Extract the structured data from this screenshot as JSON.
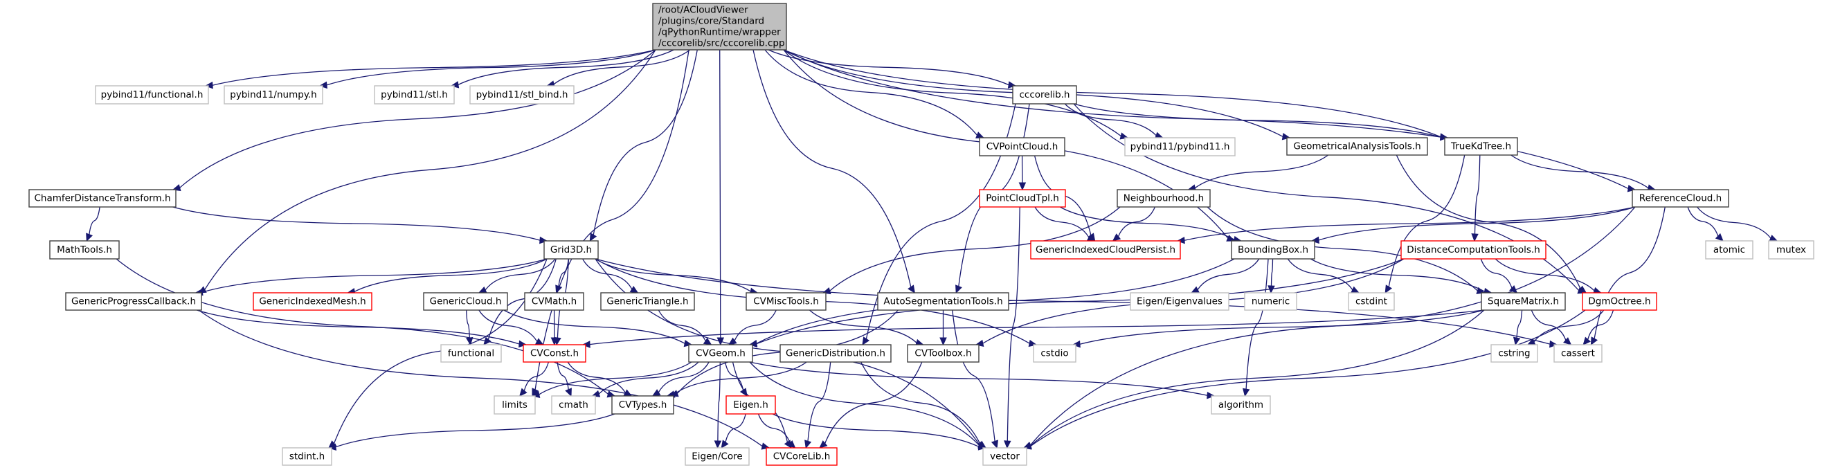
{
  "graph": {
    "title": "cccorelib.cpp include dependency graph",
    "colors": {
      "edge": "#191970",
      "root_fill": "#bfbfbf",
      "root_border": "#404040",
      "documented_border": "#404040",
      "incomplete_border": "#ff0000",
      "external_border": "#bfbfbf"
    },
    "nodes": [
      {
        "id": "root",
        "label": "/root/ACloudViewer\n/plugins/core/Standard\n/qPythonRuntime/wrapper\n/cccorelib/src/cccorelib.cpp",
        "kind": "root"
      },
      {
        "id": "pb_functional",
        "label": "pybind11/functional.h",
        "kind": "external"
      },
      {
        "id": "pb_numpy",
        "label": "pybind11/numpy.h",
        "kind": "external"
      },
      {
        "id": "pb_stl",
        "label": "pybind11/stl.h",
        "kind": "external"
      },
      {
        "id": "pb_stl_bind",
        "label": "pybind11/stl_bind.h",
        "kind": "external"
      },
      {
        "id": "cccorelib_h",
        "label": "cccorelib.h",
        "kind": "documented"
      },
      {
        "id": "pb_pybind11",
        "label": "pybind11/pybind11.h",
        "kind": "external"
      },
      {
        "id": "CVPointCloud",
        "label": "CVPointCloud.h",
        "kind": "documented"
      },
      {
        "id": "GeomAnalysis",
        "label": "GeometricalAnalysisTools.h",
        "kind": "documented"
      },
      {
        "id": "TrueKdTree",
        "label": "TrueKdTree.h",
        "kind": "documented"
      },
      {
        "id": "Chamfer",
        "label": "ChamferDistanceTransform.h",
        "kind": "documented"
      },
      {
        "id": "PointCloudTpl",
        "label": "PointCloudTpl.h",
        "kind": "incomplete"
      },
      {
        "id": "Neighbourhood",
        "label": "Neighbourhood.h",
        "kind": "documented"
      },
      {
        "id": "ReferenceCloud",
        "label": "ReferenceCloud.h",
        "kind": "documented"
      },
      {
        "id": "MathTools",
        "label": "MathTools.h",
        "kind": "documented"
      },
      {
        "id": "Grid3D",
        "label": "Grid3D.h",
        "kind": "documented"
      },
      {
        "id": "GICPersist",
        "label": "GenericIndexedCloudPersist.h",
        "kind": "incomplete"
      },
      {
        "id": "BoundingBox",
        "label": "BoundingBox.h",
        "kind": "documented"
      },
      {
        "id": "DistComp",
        "label": "DistanceComputationTools.h",
        "kind": "incomplete"
      },
      {
        "id": "atomic",
        "label": "atomic",
        "kind": "external"
      },
      {
        "id": "mutex",
        "label": "mutex",
        "kind": "external"
      },
      {
        "id": "GPCallback",
        "label": "GenericProgressCallback.h",
        "kind": "documented"
      },
      {
        "id": "GIMesh",
        "label": "GenericIndexedMesh.h",
        "kind": "incomplete"
      },
      {
        "id": "GenericCloud",
        "label": "GenericCloud.h",
        "kind": "documented"
      },
      {
        "id": "CVMath",
        "label": "CVMath.h",
        "kind": "documented"
      },
      {
        "id": "GenericTriangle",
        "label": "GenericTriangle.h",
        "kind": "documented"
      },
      {
        "id": "CVMiscTools",
        "label": "CVMiscTools.h",
        "kind": "documented"
      },
      {
        "id": "AutoSeg",
        "label": "AutoSegmentationTools.h",
        "kind": "documented"
      },
      {
        "id": "EigenValues",
        "label": "Eigen/Eigenvalues",
        "kind": "external"
      },
      {
        "id": "numeric",
        "label": "numeric",
        "kind": "external"
      },
      {
        "id": "cstdint",
        "label": "cstdint",
        "kind": "external"
      },
      {
        "id": "SquareMatrix",
        "label": "SquareMatrix.h",
        "kind": "documented"
      },
      {
        "id": "DgmOctree",
        "label": "DgmOctree.h",
        "kind": "incomplete"
      },
      {
        "id": "functional",
        "label": "functional",
        "kind": "external"
      },
      {
        "id": "CVConst",
        "label": "CVConst.h",
        "kind": "incomplete"
      },
      {
        "id": "CVGeom",
        "label": "CVGeom.h",
        "kind": "documented"
      },
      {
        "id": "GenericDist",
        "label": "GenericDistribution.h",
        "kind": "documented"
      },
      {
        "id": "CVToolbox",
        "label": "CVToolbox.h",
        "kind": "documented"
      },
      {
        "id": "cstdio",
        "label": "cstdio",
        "kind": "external"
      },
      {
        "id": "cstring",
        "label": "cstring",
        "kind": "external"
      },
      {
        "id": "cassert",
        "label": "cassert",
        "kind": "external"
      },
      {
        "id": "limits",
        "label": "limits",
        "kind": "external"
      },
      {
        "id": "cmath",
        "label": "cmath",
        "kind": "external"
      },
      {
        "id": "CVTypes",
        "label": "CVTypes.h",
        "kind": "documented"
      },
      {
        "id": "EigenH",
        "label": "Eigen.h",
        "kind": "incomplete"
      },
      {
        "id": "algorithm",
        "label": "algorithm",
        "kind": "external"
      },
      {
        "id": "stdint",
        "label": "stdint.h",
        "kind": "external"
      },
      {
        "id": "EigenCore",
        "label": "Eigen/Core",
        "kind": "external"
      },
      {
        "id": "CVCoreLib",
        "label": "CVCoreLib.h",
        "kind": "incomplete"
      },
      {
        "id": "vector",
        "label": "vector",
        "kind": "external"
      }
    ],
    "edges": [
      [
        "root",
        "pb_functional"
      ],
      [
        "root",
        "pb_numpy"
      ],
      [
        "root",
        "pb_stl"
      ],
      [
        "root",
        "pb_stl_bind"
      ],
      [
        "root",
        "cccorelib_h"
      ],
      [
        "root",
        "pb_pybind11"
      ],
      [
        "root",
        "CVPointCloud"
      ],
      [
        "root",
        "GeomAnalysis"
      ],
      [
        "root",
        "TrueKdTree"
      ],
      [
        "root",
        "ReferenceCloud"
      ],
      [
        "root",
        "Chamfer"
      ],
      [
        "root",
        "Grid3D"
      ],
      [
        "root",
        "GPCallback"
      ],
      [
        "root",
        "CVGeom"
      ],
      [
        "root",
        "AutoSeg"
      ],
      [
        "root",
        "BoundingBox"
      ],
      [
        "root",
        "limits"
      ],
      [
        "cccorelib_h",
        "pb_pybind11"
      ],
      [
        "cccorelib_h",
        "TrueKdTree"
      ],
      [
        "cccorelib_h",
        "DgmOctree"
      ],
      [
        "cccorelib_h",
        "AutoSeg"
      ],
      [
        "cccorelib_h",
        "GenericDist"
      ],
      [
        "CVPointCloud",
        "PointCloudTpl"
      ],
      [
        "CVPointCloud",
        "GICPersist"
      ],
      [
        "GeomAnalysis",
        "Neighbourhood"
      ],
      [
        "GeomAnalysis",
        "DgmOctree"
      ],
      [
        "TrueKdTree",
        "ReferenceCloud"
      ],
      [
        "TrueKdTree",
        "DistComp"
      ],
      [
        "TrueKdTree",
        "cstdint"
      ],
      [
        "Chamfer",
        "MathTools"
      ],
      [
        "Chamfer",
        "Grid3D"
      ],
      [
        "PointCloudTpl",
        "GICPersist"
      ],
      [
        "PointCloudTpl",
        "BoundingBox"
      ],
      [
        "PointCloudTpl",
        "vector"
      ],
      [
        "Neighbourhood",
        "GICPersist"
      ],
      [
        "Neighbourhood",
        "SquareMatrix"
      ],
      [
        "Neighbourhood",
        "CVMiscTools"
      ],
      [
        "ReferenceCloud",
        "GICPersist"
      ],
      [
        "ReferenceCloud",
        "BoundingBox"
      ],
      [
        "ReferenceCloud",
        "atomic"
      ],
      [
        "ReferenceCloud",
        "mutex"
      ],
      [
        "ReferenceCloud",
        "cassert"
      ],
      [
        "ReferenceCloud",
        "vector"
      ],
      [
        "MathTools",
        "CVTypes"
      ],
      [
        "Grid3D",
        "GPCallback"
      ],
      [
        "Grid3D",
        "GIMesh"
      ],
      [
        "Grid3D",
        "GenericCloud"
      ],
      [
        "Grid3D",
        "CVMath"
      ],
      [
        "Grid3D",
        "GenericTriangle"
      ],
      [
        "Grid3D",
        "CVMiscTools"
      ],
      [
        "Grid3D",
        "cstdio"
      ],
      [
        "Grid3D",
        "cassert"
      ],
      [
        "Grid3D",
        "stdint"
      ],
      [
        "Grid3D",
        "vector"
      ],
      [
        "Grid3D",
        "functional"
      ],
      [
        "Grid3D",
        "CVConst"
      ],
      [
        "BoundingBox",
        "EigenValues"
      ],
      [
        "BoundingBox",
        "numeric"
      ],
      [
        "BoundingBox",
        "cstdint"
      ],
      [
        "BoundingBox",
        "SquareMatrix"
      ],
      [
        "BoundingBox",
        "algorithm"
      ],
      [
        "BoundingBox",
        "CVGeom"
      ],
      [
        "DistComp",
        "SquareMatrix"
      ],
      [
        "DistComp",
        "DgmOctree"
      ],
      [
        "DistComp",
        "CVGeom"
      ],
      [
        "DistComp",
        "CVToolbox"
      ],
      [
        "GPCallback",
        "CVConst"
      ],
      [
        "GPCallback",
        "CVCoreLib"
      ],
      [
        "GenericCloud",
        "functional"
      ],
      [
        "GenericCloud",
        "CVConst"
      ],
      [
        "GenericCloud",
        "CVGeom"
      ],
      [
        "CVMath",
        "CVConst"
      ],
      [
        "GenericTriangle",
        "CVGeom"
      ],
      [
        "CVMiscTools",
        "CVGeom"
      ],
      [
        "CVMiscTools",
        "CVToolbox"
      ],
      [
        "AutoSeg",
        "CVToolbox"
      ],
      [
        "AutoSeg",
        "vector"
      ],
      [
        "AutoSeg",
        "CVTypes"
      ],
      [
        "SquareMatrix",
        "cstring"
      ],
      [
        "SquareMatrix",
        "cassert"
      ],
      [
        "SquareMatrix",
        "vector"
      ],
      [
        "SquareMatrix",
        "CVConst"
      ],
      [
        "SquareMatrix",
        "cstdio"
      ],
      [
        "DgmOctree",
        "cstring"
      ],
      [
        "DgmOctree",
        "cassert"
      ],
      [
        "DgmOctree",
        "vector"
      ],
      [
        "CVConst",
        "limits"
      ],
      [
        "CVConst",
        "cmath"
      ],
      [
        "CVConst",
        "CVTypes"
      ],
      [
        "CVGeom",
        "limits"
      ],
      [
        "CVGeom",
        "cmath"
      ],
      [
        "CVGeom",
        "CVTypes"
      ],
      [
        "CVGeom",
        "EigenH"
      ],
      [
        "CVGeom",
        "EigenCore"
      ],
      [
        "CVGeom",
        "CVCoreLib"
      ],
      [
        "CVGeom",
        "vector"
      ],
      [
        "CVGeom",
        "algorithm"
      ],
      [
        "GenericDist",
        "CVTypes"
      ],
      [
        "GenericDist",
        "CVCoreLib"
      ],
      [
        "GenericDist",
        "vector"
      ],
      [
        "CVToolbox",
        "CVCoreLib"
      ],
      [
        "CVTypes",
        "stdint"
      ],
      [
        "EigenH",
        "EigenCore"
      ],
      [
        "EigenH",
        "CVCoreLib"
      ],
      [
        "EigenH",
        "vector"
      ]
    ]
  }
}
